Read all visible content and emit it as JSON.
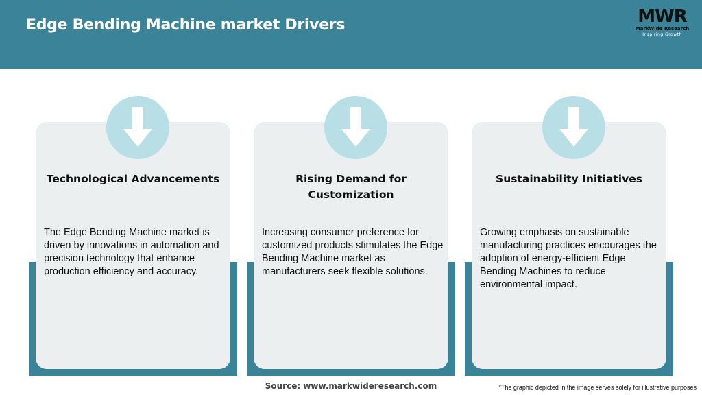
{
  "header": {
    "title": "Edge Bending Machine market Drivers",
    "background": "#3a8399"
  },
  "logo": {
    "mark": "MWR",
    "name": "MarkWide Research",
    "tagline": "Inspiring Growth"
  },
  "cards": [
    {
      "icon": "arrow-down-icon",
      "title": "Technological Advancements",
      "text": "The Edge Bending Machine market is driven by innovations in automation and precision technology that enhance production efficiency and accuracy."
    },
    {
      "icon": "arrow-down-icon",
      "title": "Rising Demand for Customization",
      "text": "Increasing consumer preference for customized products stimulates the Edge Bending Machine market as manufacturers seek flexible solutions."
    },
    {
      "icon": "arrow-down-icon",
      "title": "Sustainability Initiatives",
      "text": "Growing emphasis on sustainable manufacturing practices encourages the adoption of energy-efficient Edge Bending Machines to reduce environmental impact."
    }
  ],
  "colors": {
    "accent": "#3a8399",
    "card_bg": "#eceff0",
    "icon_circle": "#b9dfe6"
  },
  "footer": {
    "source": "Source: www.markwideresearch.com",
    "disclaimer": "*The graphic depicted in the image serves solely for illustrative purposes"
  }
}
